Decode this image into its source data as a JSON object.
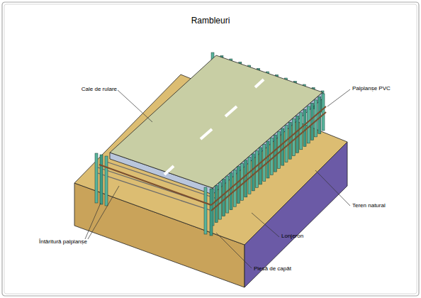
{
  "diagram": {
    "title": "Rambleuri",
    "labels": [
      "Cale de rulare",
      "Palplanșe PVC",
      "Teren natural",
      "Lonjeron",
      "Întăritură palplanșe",
      "Piesă de capăt"
    ]
  }
}
